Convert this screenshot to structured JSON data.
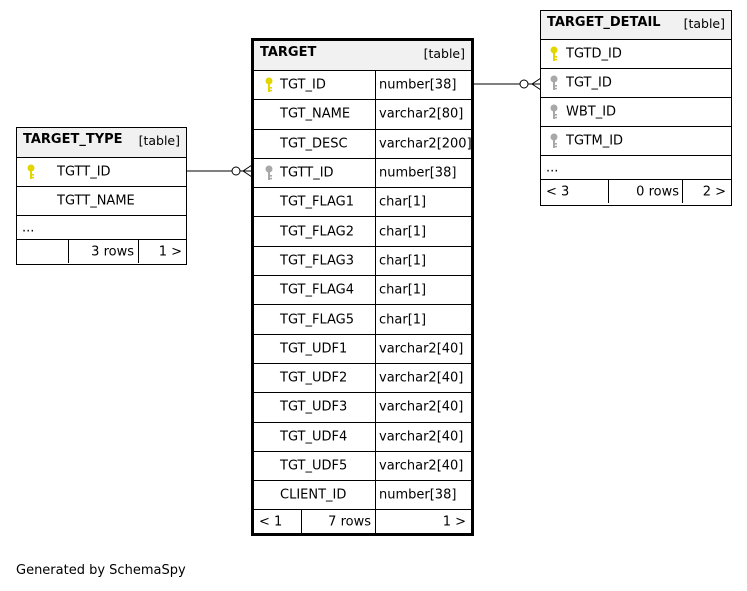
{
  "target_type": {
    "name": "TARGET_TYPE",
    "kind": "[table]",
    "columns": [
      {
        "name": "TGTT_ID",
        "key": "primary"
      },
      {
        "name": "TGTT_NAME",
        "key": "none"
      }
    ],
    "ellipsis": "...",
    "footer": {
      "left": "",
      "rows": "3 rows",
      "right": "1 >"
    }
  },
  "target": {
    "name": "TARGET",
    "kind": "[table]",
    "columns": [
      {
        "name": "TGT_ID",
        "type": "number[38]",
        "key": "primary"
      },
      {
        "name": "TGT_NAME",
        "type": "varchar2[80]",
        "key": "none"
      },
      {
        "name": "TGT_DESC",
        "type": "varchar2[200]",
        "key": "none"
      },
      {
        "name": "TGTT_ID",
        "type": "number[38]",
        "key": "foreign"
      },
      {
        "name": "TGT_FLAG1",
        "type": "char[1]",
        "key": "none"
      },
      {
        "name": "TGT_FLAG2",
        "type": "char[1]",
        "key": "none"
      },
      {
        "name": "TGT_FLAG3",
        "type": "char[1]",
        "key": "none"
      },
      {
        "name": "TGT_FLAG4",
        "type": "char[1]",
        "key": "none"
      },
      {
        "name": "TGT_FLAG5",
        "type": "char[1]",
        "key": "none"
      },
      {
        "name": "TGT_UDF1",
        "type": "varchar2[40]",
        "key": "none"
      },
      {
        "name": "TGT_UDF2",
        "type": "varchar2[40]",
        "key": "none"
      },
      {
        "name": "TGT_UDF3",
        "type": "varchar2[40]",
        "key": "none"
      },
      {
        "name": "TGT_UDF4",
        "type": "varchar2[40]",
        "key": "none"
      },
      {
        "name": "TGT_UDF5",
        "type": "varchar2[40]",
        "key": "none"
      },
      {
        "name": "CLIENT_ID",
        "type": "number[38]",
        "key": "none"
      }
    ],
    "footer": {
      "left": "< 1",
      "rows": "7 rows",
      "right": "1 >"
    }
  },
  "target_detail": {
    "name": "TARGET_DETAIL",
    "kind": "[table]",
    "columns": [
      {
        "name": "TGTD_ID",
        "key": "primary"
      },
      {
        "name": "TGT_ID",
        "key": "foreign"
      },
      {
        "name": "WBT_ID",
        "key": "foreign"
      },
      {
        "name": "TGTM_ID",
        "key": "foreign"
      }
    ],
    "ellipsis": "...",
    "footer": {
      "left": "< 3",
      "rows": "0 rows",
      "right": "2 >"
    }
  },
  "colors": {
    "primary_key": "#e3d600",
    "foreign_key": "#a8a8a8",
    "header_bg": "#f1f1f1"
  },
  "footer_text": "Generated by SchemaSpy"
}
